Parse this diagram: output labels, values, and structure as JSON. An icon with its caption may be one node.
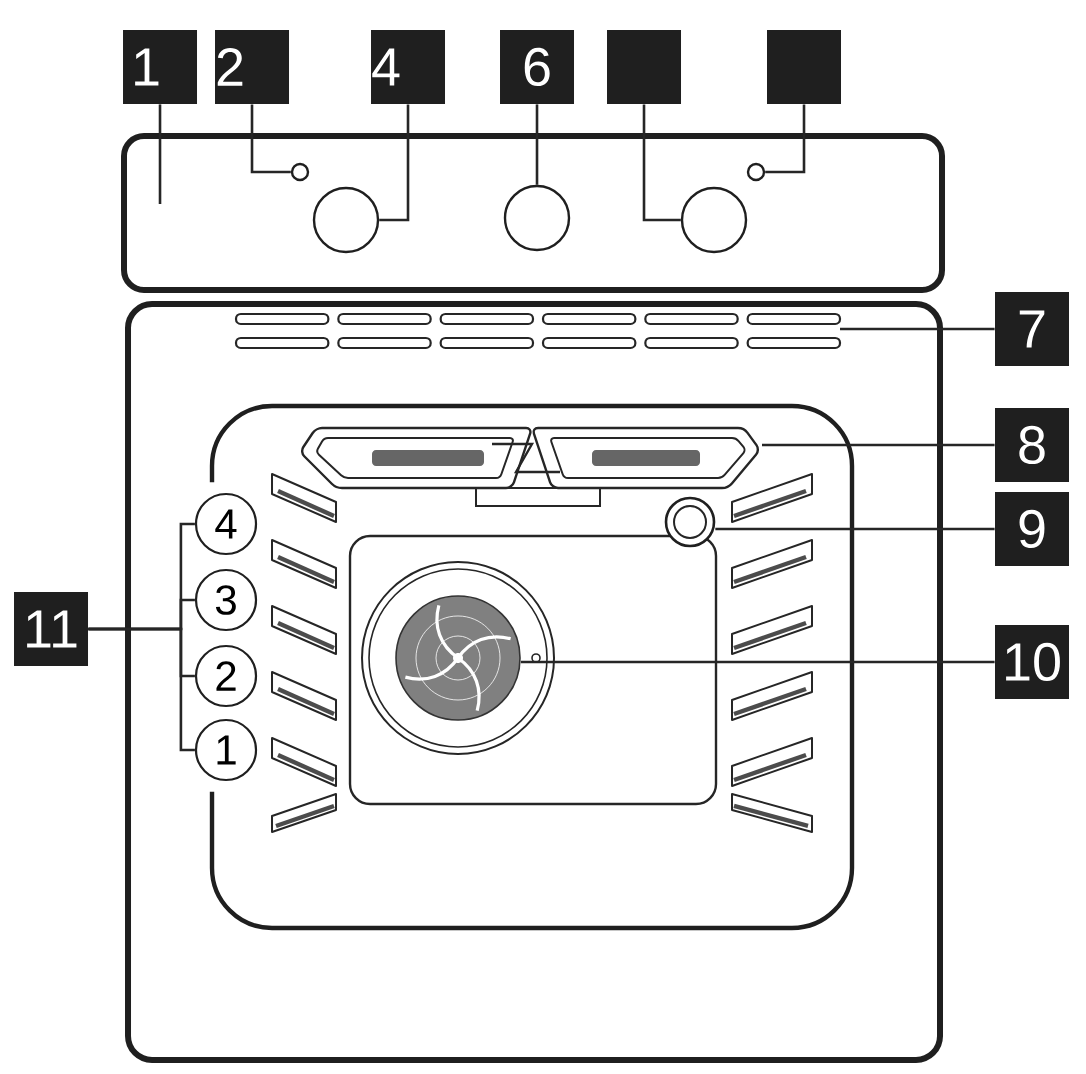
{
  "diagram": {
    "nodes": [
      {
        "text": [
          "1"
        ]
      },
      {
        "text": [
          "2"
        ]
      },
      {
        "text": [
          "4"
        ]
      },
      {
        "text": [
          "6"
        ]
      },
      {
        "text": [],
        "shape": "box"
      },
      {
        "text": [],
        "shape": "box"
      },
      {
        "text": [],
        "shape": "box"
      },
      {
        "text": [],
        "shape": "circle",
        "in": 6
      },
      {
        "text": [],
        "shape": "circle",
        "in": 6
      },
      {
        "text": [],
        "shape": "circle",
        "in": 6
      },
      {
        "text": [],
        "shape": "circle",
        "in": 6
      },
      {
        "text": [],
        "shape": "circle",
        "in": 6
      },
      {
        "text": [],
        "shape": "picture"
      },
      {
        "text": [
          "7"
        ]
      },
      {
        "text": [],
        "shape": "picture"
      },
      {
        "text": [
          "8"
        ]
      },
      {
        "text": [],
        "shape": "circle"
      },
      {
        "text": [
          "9"
        ]
      },
      {
        "text": [
          "11"
        ]
      },
      {
        "text": [
          "4"
        ]
      },
      {
        "text": [
          "3"
        ]
      },
      {
        "text": [
          "2"
        ]
      },
      {
        "text": [
          "1"
        ]
      },
      {
        "text": [],
        "shape": "picture"
      },
      {
        "text": [
          "10"
        ]
      }
    ],
    "edges": [
      {
        "from": 0,
        "to": 6,
        "arrow": "none"
      },
      {
        "from": 1,
        "to": 7,
        "arrow": "none"
      },
      {
        "from": 2,
        "to": 8,
        "arrow": "none"
      },
      {
        "from": 3,
        "to": 9,
        "arrow": "none"
      },
      {
        "from": 4,
        "to": 10,
        "arrow": "none"
      },
      {
        "from": 5,
        "to": 11,
        "arrow": "none"
      },
      {
        "from": 13,
        "to": 12,
        "arrow": "none"
      },
      {
        "from": 15,
        "to": 14,
        "arrow": "none"
      },
      {
        "from": 17,
        "to": 16,
        "arrow": "none"
      },
      {
        "from": 24,
        "to": 23,
        "arrow": "none"
      },
      {
        "from": 18,
        "to": 19,
        "arrow": "none"
      },
      {
        "from": 18,
        "to": 20,
        "arrow": "none"
      },
      {
        "from": 18,
        "to": 21,
        "arrow": "none"
      },
      {
        "from": 18,
        "to": 22,
        "arrow": "none"
      }
    ]
  }
}
